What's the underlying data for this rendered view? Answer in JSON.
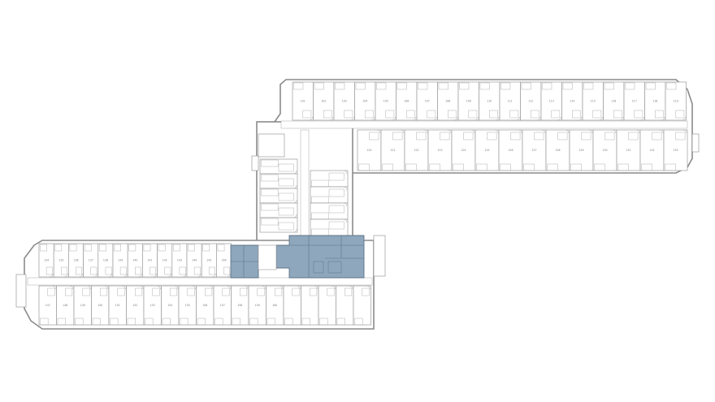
{
  "plan": {
    "accent_color": "#8ea7bd",
    "wall_color": "#8a8a8a",
    "highlighted_area": "suite",
    "room_labels": [
      "101",
      "102",
      "103",
      "104",
      "105",
      "106",
      "107",
      "108",
      "109",
      "110",
      "111",
      "112",
      "113",
      "114",
      "115",
      "116",
      "117",
      "118",
      "119",
      "120",
      "121",
      "122",
      "123",
      "124",
      "125",
      "126",
      "127",
      "128",
      "129",
      "130",
      "131",
      "132",
      "133",
      "134",
      "135",
      "136",
      "137",
      "138",
      "139",
      "140",
      "141",
      "142",
      "143",
      "144",
      "145",
      "146",
      "147",
      "148",
      "149",
      "150",
      "151",
      "152",
      "153",
      "154",
      "155",
      "156",
      "157",
      "158",
      "159",
      "160"
    ]
  }
}
